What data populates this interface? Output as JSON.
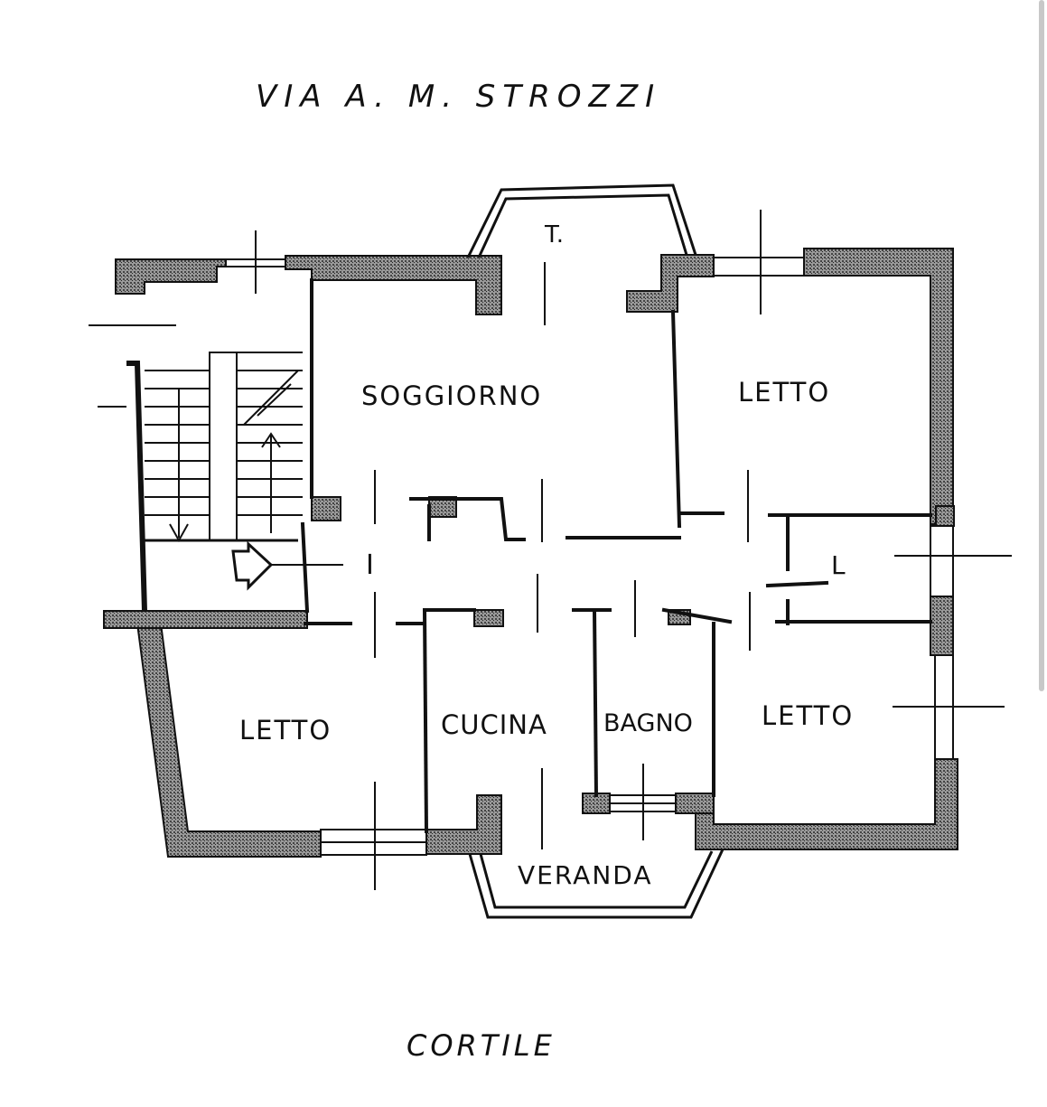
{
  "street_label": "VIA A. M. STROZZI",
  "courtyard_label": "CORTILE",
  "rooms": {
    "soggiorno": "SOGGIORNO",
    "letto_top": "LETTO",
    "letto_left": "LETTO",
    "letto_right": "LETTO",
    "cucina": "CUCINA",
    "bagno": "BAGNO",
    "veranda": "VERANDA",
    "terrazzo": "T.",
    "ingresso": "I",
    "lavanderia": "L"
  },
  "colors": {
    "ink": "#111111",
    "wall_fill": "#8a8a8a"
  }
}
